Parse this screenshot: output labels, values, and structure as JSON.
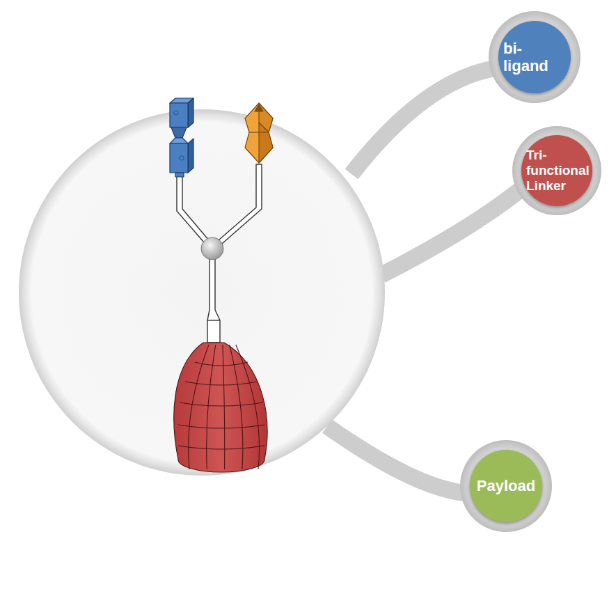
{
  "diagram": {
    "nodes": [
      {
        "text": [
          "bi-ligand"
        ]
      },
      {
        "text": [
          "Tri- functional Linker"
        ]
      },
      {
        "text": [
          "Payload"
        ]
      }
    ]
  }
}
